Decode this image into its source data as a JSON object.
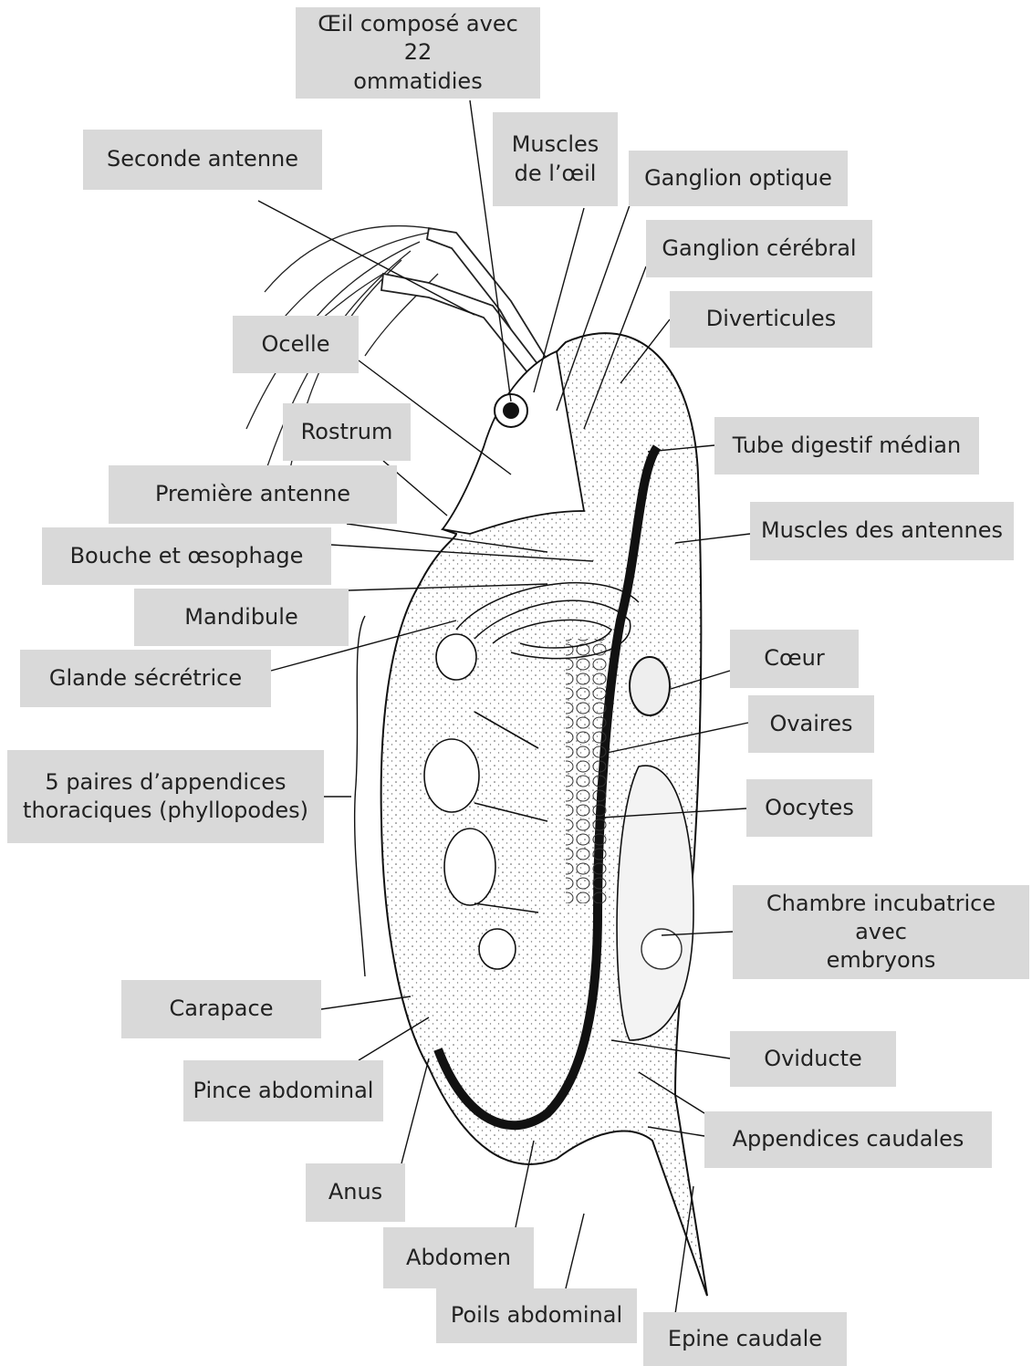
{
  "diagram": {
    "labels": {
      "oeil": "Œil composé avec 22\nommatidies",
      "seconde_antenne": "Seconde antenne",
      "muscles_oeil": "Muscles\nde l’œil",
      "ganglion_optique": "Ganglion optique",
      "ganglion_cerebral": "Ganglion cérébral",
      "diverticules": "Diverticules",
      "ocelle": "Ocelle",
      "rostrum": "Rostrum",
      "tube_digestif": "Tube digestif médian",
      "premiere_antenne": "Première antenne",
      "bouche": "Bouche et œsophage",
      "muscles_antennes": "Muscles des antennes",
      "mandibule": "Mandibule",
      "glande": "Glande sécrétrice",
      "coeur": "Cœur",
      "ovaires": "Ovaires",
      "appendices_thoraciques": "5 paires d’appendices\nthoraciques (phyllopodes)",
      "oocytes": "Oocytes",
      "chambre": "Chambre incubatrice avec\nembryons",
      "carapace": "Carapace",
      "oviducte": "Oviducte",
      "pince": "Pince abdominal",
      "appendices_caudaux": "Appendices caudales",
      "anus": "Anus",
      "abdomen": "Abdomen",
      "poils": "Poils abdominal",
      "epine": "Epine caudale"
    },
    "colors": {
      "label_background": "#d9d9d9",
      "text": "#222222",
      "line": "#111111"
    }
  }
}
